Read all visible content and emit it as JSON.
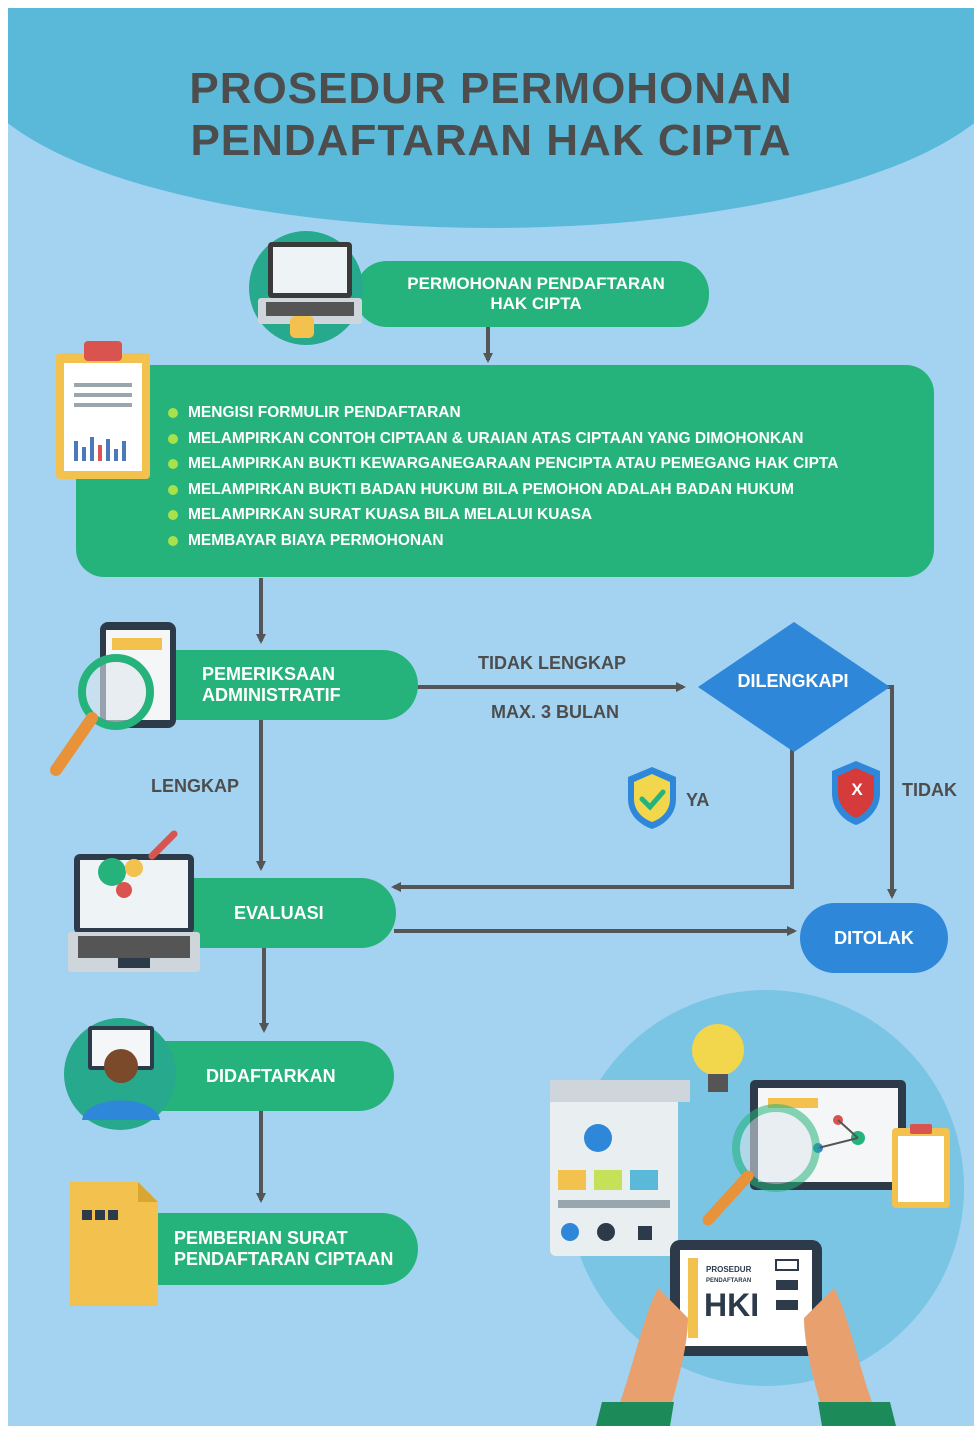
{
  "title": {
    "line1": "PROSEDUR PERMOHONAN",
    "line2": "PENDAFTARAN HAK CIPTA"
  },
  "steps": {
    "permohonan": {
      "line1": "PERMOHONAN PENDAFTARAN",
      "line2": "HAK CIPTA"
    },
    "requirements": [
      "MENGISI FORMULIR PENDAFTARAN",
      "MELAMPIRKAN CONTOH CIPTAAN & URAIAN ATAS CIPTAAN YANG DIMOHONKAN",
      "MELAMPIRKAN BUKTI KEWARGANEGARAAN PENCIPTA ATAU PEMEGANG HAK CIPTA",
      "MELAMPIRKAN BUKTI BADAN HUKUM BILA PEMOHON ADALAH BADAN HUKUM",
      "MELAMPIRKAN SURAT KUASA BILA MELALUI KUASA",
      "MEMBAYAR BIAYA PERMOHONAN"
    ],
    "pemeriksaan": {
      "line1": "PEMERIKSAAN",
      "line2": "ADMINISTRATIF"
    },
    "dilengkapi": "DILENGKAPI",
    "evaluasi": "EVALUASI",
    "ditolak": "DITOLAK",
    "didaftarkan": "DIDAFTARKAN",
    "pemberian": {
      "line1": "PEMBERIAN SURAT",
      "line2": "PENDAFTARAN CIPTAAN"
    }
  },
  "labels": {
    "tidak_lengkap": "TIDAK LENGKAP",
    "max_bulan": "MAX. 3 BULAN",
    "lengkap": "LENGKAP",
    "ya": "YA",
    "tidak": "TIDAK",
    "x_mark": "X"
  },
  "illustration": {
    "tablet_line1": "PROSEDUR",
    "tablet_line2": "PENDAFTARAN",
    "tablet_big": "HKI"
  },
  "colors": {
    "background": "#a3d3f1",
    "header": "#5ab9d9",
    "step_green": "#26b37b",
    "decision_blue": "#2e87d9",
    "arrow": "#555555"
  }
}
